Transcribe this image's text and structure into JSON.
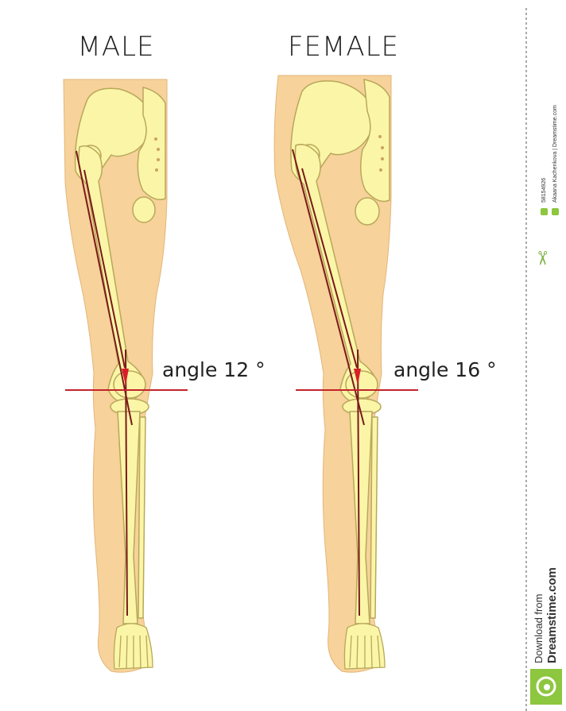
{
  "figures": [
    {
      "id": "male",
      "title": "MALE",
      "angle_label": "angle 12 °"
    },
    {
      "id": "female",
      "title": "FEMALE",
      "angle_label": "angle 16 °"
    }
  ],
  "watermark": {
    "image_id": "58154926",
    "credit": "Akaana Kachenkova | Dreamstime.com",
    "download_from": "Download from",
    "brand": "Dreamstime.com",
    "brand_color": "#8dc63f"
  },
  "colors": {
    "skin": "#f7d29a",
    "bone": "#fbf5a8",
    "bone_outline": "#b8a85a",
    "axis_line": "#7a1a1a",
    "horizontal_line": "#c4232b",
    "angle_marker": "#d81e28"
  }
}
